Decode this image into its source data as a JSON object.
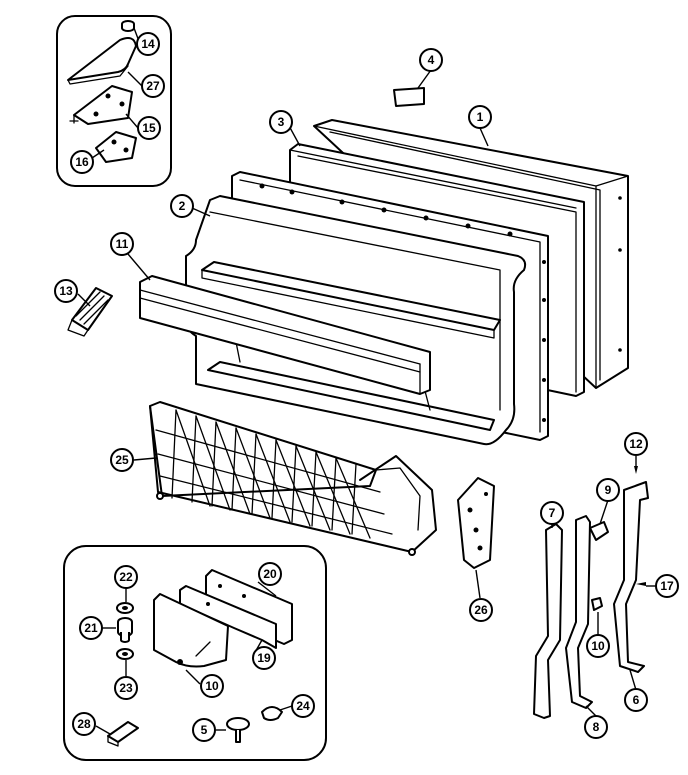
{
  "diagram": {
    "type": "exploded-parts-diagram",
    "line_color": "#000000",
    "background": "#ffffff",
    "callouts": [
      {
        "id": "c1",
        "label": "1"
      },
      {
        "id": "c2",
        "label": "2"
      },
      {
        "id": "c3",
        "label": "3"
      },
      {
        "id": "c4",
        "label": "4"
      },
      {
        "id": "c5",
        "label": "5"
      },
      {
        "id": "c6",
        "label": "6"
      },
      {
        "id": "c7",
        "label": "7"
      },
      {
        "id": "c8",
        "label": "8"
      },
      {
        "id": "c9",
        "label": "9"
      },
      {
        "id": "c10",
        "label": "10"
      },
      {
        "id": "c10b",
        "label": "10"
      },
      {
        "id": "c11",
        "label": "11"
      },
      {
        "id": "c12",
        "label": "12"
      },
      {
        "id": "c13",
        "label": "13"
      },
      {
        "id": "c14",
        "label": "14"
      },
      {
        "id": "c15",
        "label": "15"
      },
      {
        "id": "c16",
        "label": "16"
      },
      {
        "id": "c17",
        "label": "17"
      },
      {
        "id": "c19",
        "label": "19"
      },
      {
        "id": "c20",
        "label": "20"
      },
      {
        "id": "c21",
        "label": "21"
      },
      {
        "id": "c22",
        "label": "22"
      },
      {
        "id": "c23",
        "label": "23"
      },
      {
        "id": "c24",
        "label": "24"
      },
      {
        "id": "c25",
        "label": "25"
      },
      {
        "id": "c26",
        "label": "26"
      },
      {
        "id": "c27",
        "label": "27"
      },
      {
        "id": "c28",
        "label": "28"
      }
    ]
  }
}
